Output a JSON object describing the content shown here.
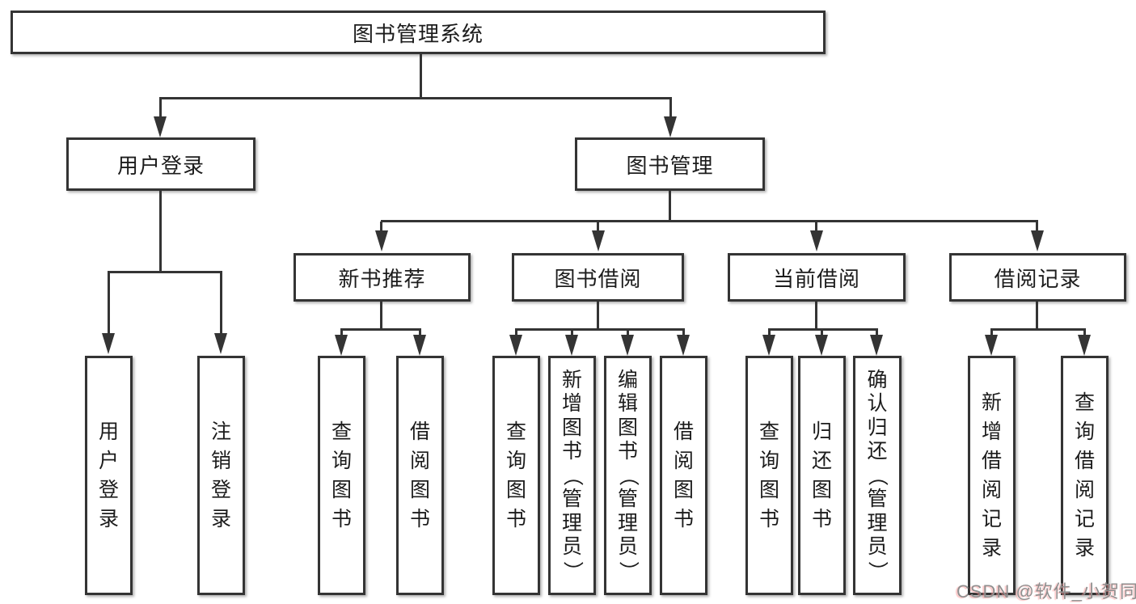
{
  "tree": {
    "root": {
      "label": "图书管理系统"
    },
    "branches": [
      {
        "label": "用户登录",
        "leaves": [
          {
            "label": "用户登录"
          },
          {
            "label": "注销登录"
          }
        ]
      },
      {
        "label": "图书管理",
        "groups": [
          {
            "label": "新书推荐",
            "leaves": [
              {
                "label": "查询图书"
              },
              {
                "label": "借阅图书"
              }
            ]
          },
          {
            "label": "图书借阅",
            "leaves": [
              {
                "label": "查询图书"
              },
              {
                "label": "新增图书（管理员）"
              },
              {
                "label": "编辑图书（管理员）"
              },
              {
                "label": "借阅图书"
              }
            ]
          },
          {
            "label": "当前借阅",
            "leaves": [
              {
                "label": "查询图书"
              },
              {
                "label": "归还图书"
              },
              {
                "label": "确认归还（管理员）"
              }
            ]
          },
          {
            "label": "借阅记录",
            "leaves": [
              {
                "label": "新增借阅记录"
              },
              {
                "label": "查询借阅记录"
              }
            ]
          }
        ]
      }
    ]
  },
  "watermark": {
    "text": "CSDN @软件_小贺同学"
  },
  "colors": {
    "background": "#ffffff",
    "line": "#343434",
    "text": "#1c1c1c",
    "watermark": "#8f8f8f",
    "watermark_shadow": "#ffb0b0"
  }
}
